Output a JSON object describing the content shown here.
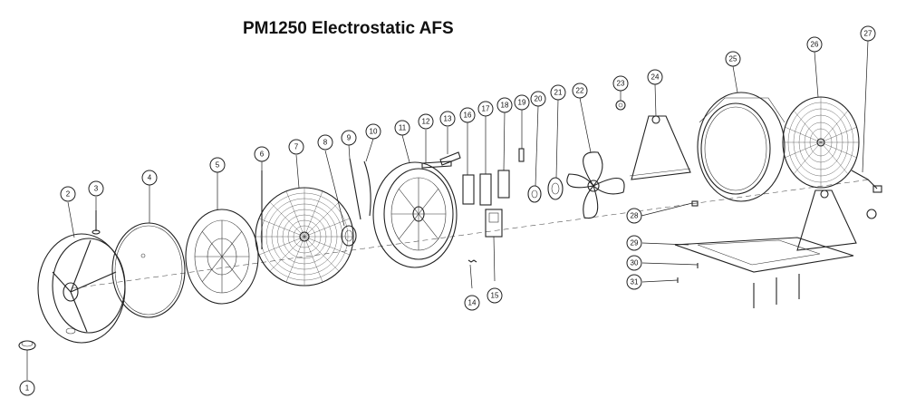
{
  "title": "PM1250 Electrostatic AFS",
  "callouts": [
    "1",
    "2",
    "3",
    "4",
    "5",
    "6",
    "7",
    "8",
    "9",
    "10",
    "11",
    "12",
    "13",
    "14",
    "15",
    "16",
    "17",
    "18",
    "19",
    "20",
    "21",
    "22",
    "23",
    "24",
    "25",
    "26",
    "27",
    "28",
    "29",
    "30",
    "31"
  ],
  "colors": {
    "line": "#222222",
    "background": "#ffffff",
    "text": "#111111"
  }
}
